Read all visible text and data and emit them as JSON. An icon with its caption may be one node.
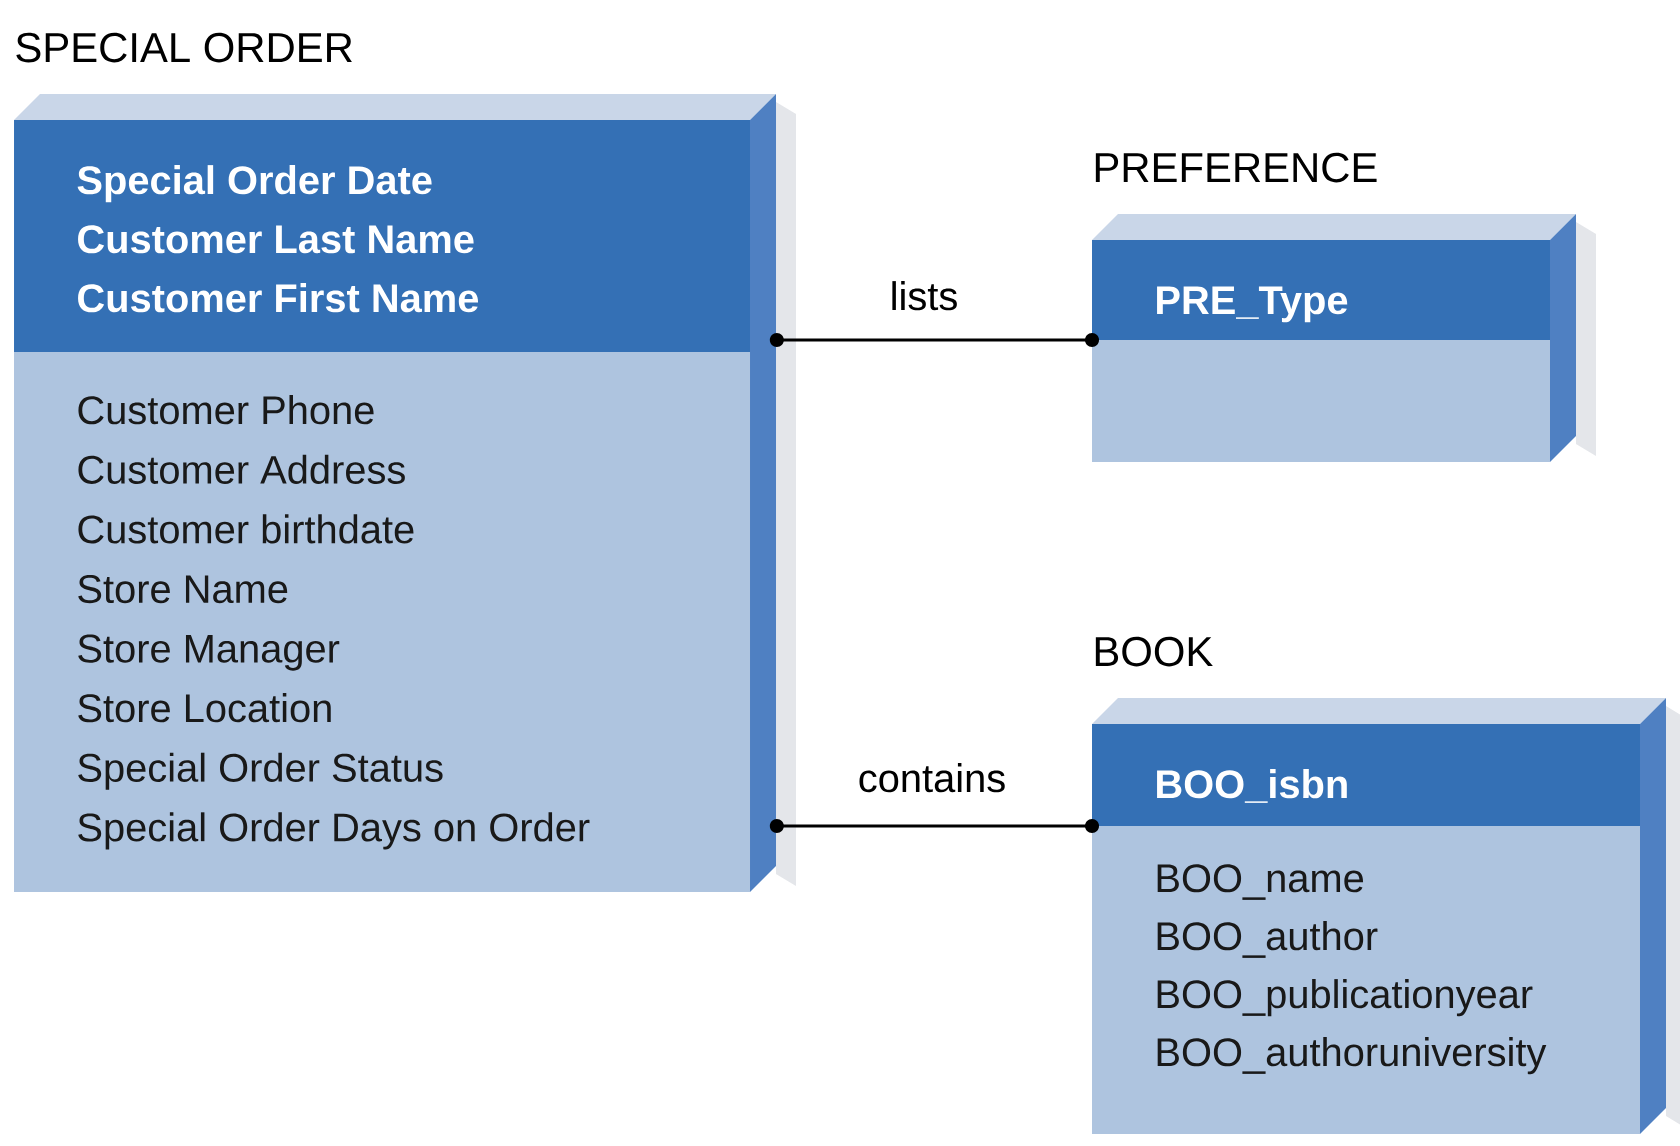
{
  "diagram": {
    "nodes": [
      {
        "text": [
          "SPECIAL ORDER",
          "Special Order Date",
          "Customer Last Name",
          "Customer First Name",
          "Customer Phone",
          "Customer Address",
          "Customer birthdate",
          "Store Name",
          "Store Manager",
          "Store Location",
          "Special Order Status",
          "Special Order Days on Order"
        ]
      },
      {
        "text": [
          "PREFERENCE",
          "PRE_Type"
        ]
      },
      {
        "text": [
          "BOOK",
          "BOO_isbn",
          "BOO_name",
          "BOO_author",
          "BOO_publicationyear",
          "BOO_authoruniversity"
        ]
      }
    ],
    "edges": [
      {
        "from": 0,
        "to": 1,
        "arrow": "other",
        "label": "lists"
      },
      {
        "from": 0,
        "to": 2,
        "arrow": "other",
        "label": "contains"
      }
    ]
  }
}
